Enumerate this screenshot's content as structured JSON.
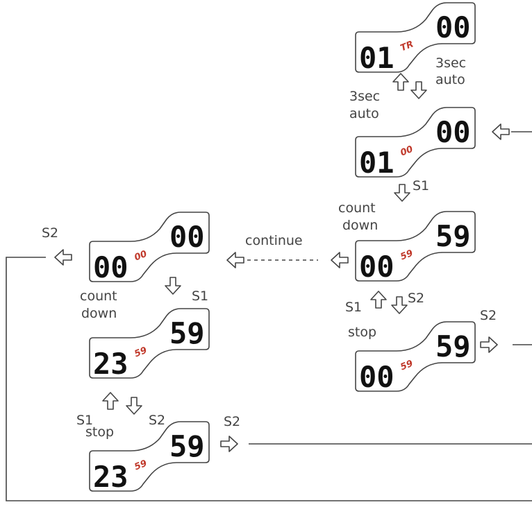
{
  "colors": {
    "line": "#444444",
    "ink": "#111111",
    "accent": "#c0392b",
    "arrow_fill": "#ffffff"
  },
  "displays": {
    "tr": {
      "left": "01",
      "mid": "TR",
      "right": "00"
    },
    "d00": {
      "left": "01",
      "mid": "00",
      "right": "00"
    },
    "cd_right": {
      "left": "00",
      "mid": "59",
      "right": "59"
    },
    "stop_right": {
      "left": "00",
      "mid": "59",
      "right": "59"
    },
    "cont": {
      "left": "00",
      "mid": "00",
      "right": "00"
    },
    "cd_left": {
      "left": "23",
      "mid": "59",
      "right": "59"
    },
    "stop_left": {
      "left": "23",
      "mid": "59",
      "right": "59"
    }
  },
  "labels": {
    "sec3_right": "3sec",
    "auto_right": "auto",
    "sec3_left": "3sec",
    "auto_left": "auto",
    "s1_a": "S1",
    "count_a": "count",
    "down_a": "down",
    "continue": "continue",
    "s2_topleft": "S2",
    "s1_b": "S1",
    "s2_b": "S2",
    "stop_a": "stop",
    "s2_right": "S2",
    "count_b": "count",
    "down_b": "down",
    "s1_c": "S1",
    "s1_d": "S1",
    "s2_d": "S2",
    "stop_b": "stop",
    "s2_bottom": "S2"
  }
}
